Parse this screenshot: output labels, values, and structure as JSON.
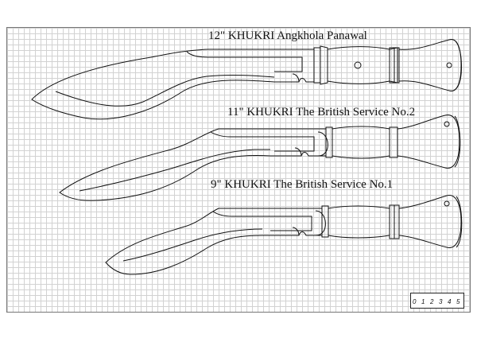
{
  "knives": [
    {
      "title": "12\" KHUKRI Angkhola Panawal"
    },
    {
      "title": "11\" KHUKRI The British Service No.2"
    },
    {
      "title": "9\" KHUKRI The British Service No.1"
    }
  ],
  "ruler": {
    "labels": [
      "0",
      "1",
      "2",
      "3",
      "4",
      "5"
    ]
  },
  "colors": {
    "grid": "#d2d2d2",
    "ink": "#111111",
    "paper": "#ffffff"
  }
}
